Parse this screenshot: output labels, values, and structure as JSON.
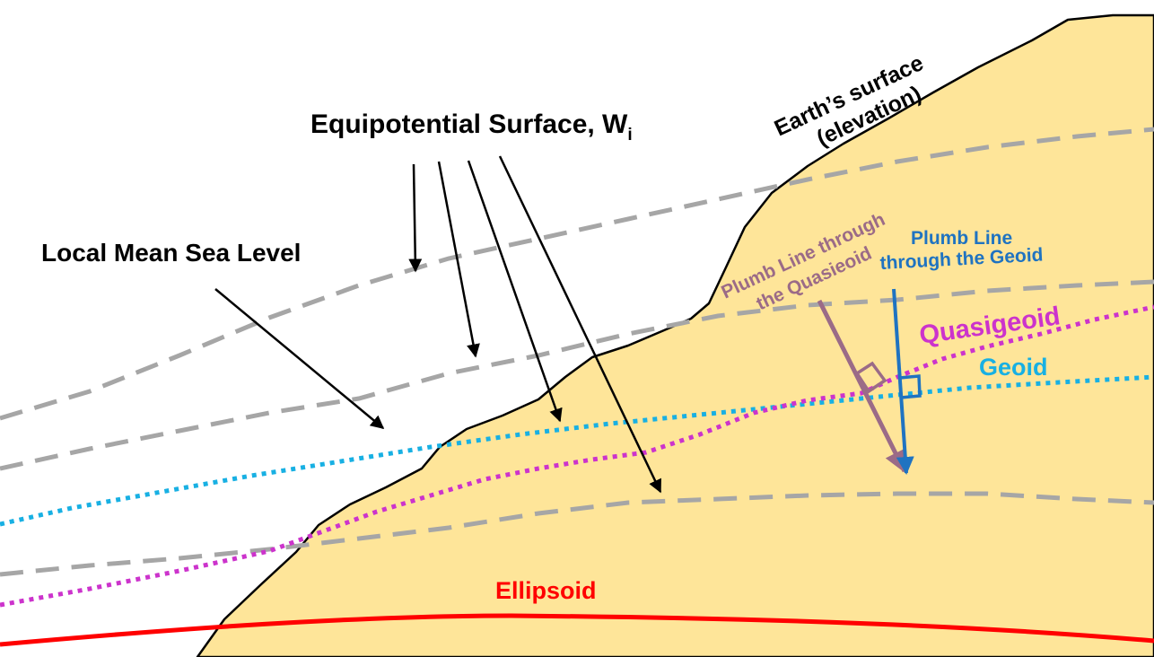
{
  "labels": {
    "equipotential": "Equipotential Surface, W",
    "equipotential_sub": "i",
    "earth_line1": "Earth’s surface",
    "earth_line2": "(elevation)",
    "lmsl": "Local Mean Sea Level",
    "plumb_quasi_line1": "Plumb Line through",
    "plumb_quasi_line2": "the Quasieoid",
    "plumb_geoid_line1": "Plumb Line",
    "plumb_geoid_line2": "through the Geoid",
    "quasigeoid": "Quasigeoid",
    "geoid": "Geoid",
    "ellipsoid": "Ellipsoid"
  },
  "colors": {
    "land": "#fee599",
    "outline": "#000000",
    "equipotential": "#a6a6a6",
    "geoid": "#18b0e3",
    "quasigeoid": "#cc33cc",
    "ellipsoid": "#ff0000",
    "plumb_quasi": "#9b6b87",
    "plumb_geoid": "#1f73c1",
    "text": "#000000"
  }
}
